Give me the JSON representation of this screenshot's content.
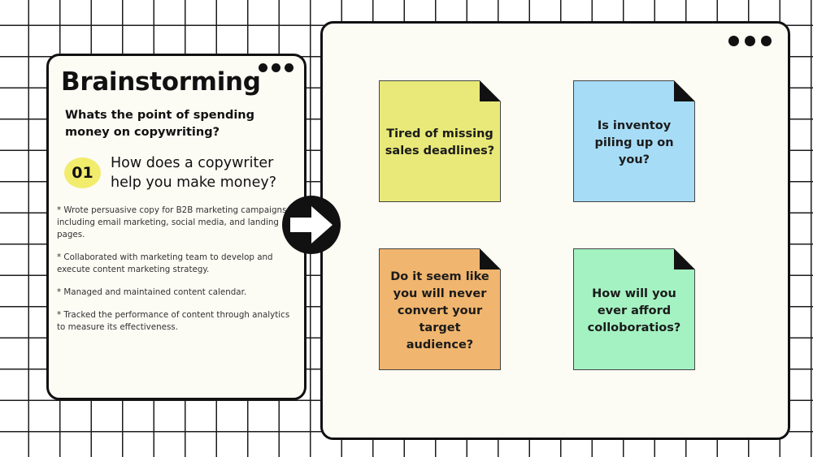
{
  "left_card": {
    "title": "Brainstorming",
    "subtitle": "Whats the point of spending money on copywriting?",
    "number": "01",
    "question": "How does a  copywriter help you make money?",
    "bullets": [
      "* Wrote persuasive copy for B2B marketing campaigns, including email marketing, social media, and landing pages.",
      "* Collaborated with marketing team to develop and execute content marketing strategy.",
      "* Managed and maintained content calendar.",
      "* Tracked the performance of content through analytics to measure its effectiveness."
    ]
  },
  "notes": [
    {
      "text": "Tired of missing sales deadlines?",
      "color": "#e8e978"
    },
    {
      "text": "Is inventoy piling up on you?",
      "color": "#a6dcf6"
    },
    {
      "text": "Do it seem like you will never convert your target audience?",
      "color": "#f0b56e"
    },
    {
      "text": "How will you ever afford colloboratios?",
      "color": "#a4f2c2"
    }
  ],
  "icons": {
    "arrow": "arrow-right-icon",
    "dots": "more-dots-icon"
  }
}
